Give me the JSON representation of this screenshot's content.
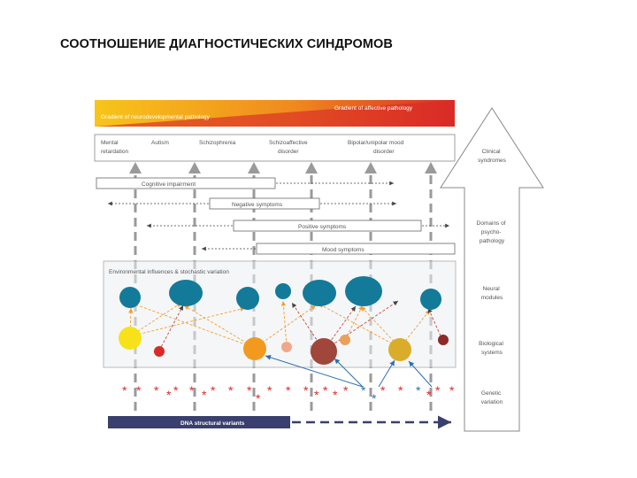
{
  "slide": {
    "title": "СООТНОШЕНИЕ ДИАГНОСТИЧЕСКИХ СИНДРОМОВ"
  },
  "diagram": {
    "gradients": {
      "affective": "Gradient of affective pathology",
      "neurodevelopmental": "Gradient of neurodevelopmental pathology"
    },
    "syndromes": {
      "mental_retardation": [
        "Mental",
        "retardation"
      ],
      "autism": "Autism",
      "schizophrenia": "Schizophrenia",
      "schizoaffective": [
        "Schizoaffective",
        "disorder"
      ],
      "bipolar": [
        "Bipolar/unipolar mood",
        "disorder"
      ]
    },
    "domains": {
      "cognitive": "Cognitive impairment",
      "negative": "Negative symptoms",
      "positive": "Positive symptoms",
      "mood": "Mood symptoms"
    },
    "environment_label": "Environmental influences & stochastic variation",
    "dna_label": "DNA structural variants",
    "levels": {
      "clinical": [
        "Clinical",
        "syndromes"
      ],
      "domains": [
        "Domains of",
        "psycho-",
        "pathology"
      ],
      "neural": [
        "Neural",
        "modules"
      ],
      "biological": [
        "Biological",
        "systems"
      ],
      "genetic": [
        "Genetic",
        "variation"
      ]
    },
    "colors": {
      "red": "#d92b26",
      "orange": "#f08a1e",
      "yellow": "#f7c51a",
      "teal": "#137a9a",
      "arrow_blue": "#2d6fb0",
      "dna_bar": "#3a3f6e",
      "dashed_gray": "#9a9a9a"
    }
  }
}
